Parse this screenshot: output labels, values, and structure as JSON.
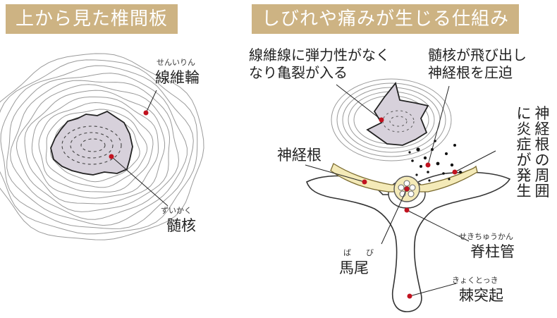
{
  "left_panel": {
    "title": "上から見た椎間板",
    "annulus": {
      "reading": "せんいりん",
      "label": "線維輪"
    },
    "nucleus": {
      "reading": "ずいかく",
      "label": "髄核"
    }
  },
  "right_panel": {
    "title": "しびれや痛みが生じる仕組み",
    "note_crack": {
      "line1": "線維線に弾力性がなく",
      "line2": "なり亀裂が入る"
    },
    "note_herniation": {
      "line1": "髄核が飛び出し",
      "line2": "神経根を圧迫"
    },
    "note_inflammation": {
      "col1": "に炎症が発生",
      "col2": "神経根の周囲"
    },
    "nerve_root": {
      "label": "神経根"
    },
    "cauda": {
      "reading1": "ば",
      "reading2": "び",
      "label": "馬尾"
    },
    "canal": {
      "reading": "せきちゅうかん",
      "label": "脊柱管"
    },
    "spinous": {
      "reading": "きょくとっき",
      "label": "棘突起"
    }
  },
  "colors": {
    "title_band": "#cdb383",
    "nucleus_fill": "#d7d1db",
    "nerve_fill": "#f4eab8",
    "marker": "#c1121f",
    "ring": "#8c8c8c"
  }
}
